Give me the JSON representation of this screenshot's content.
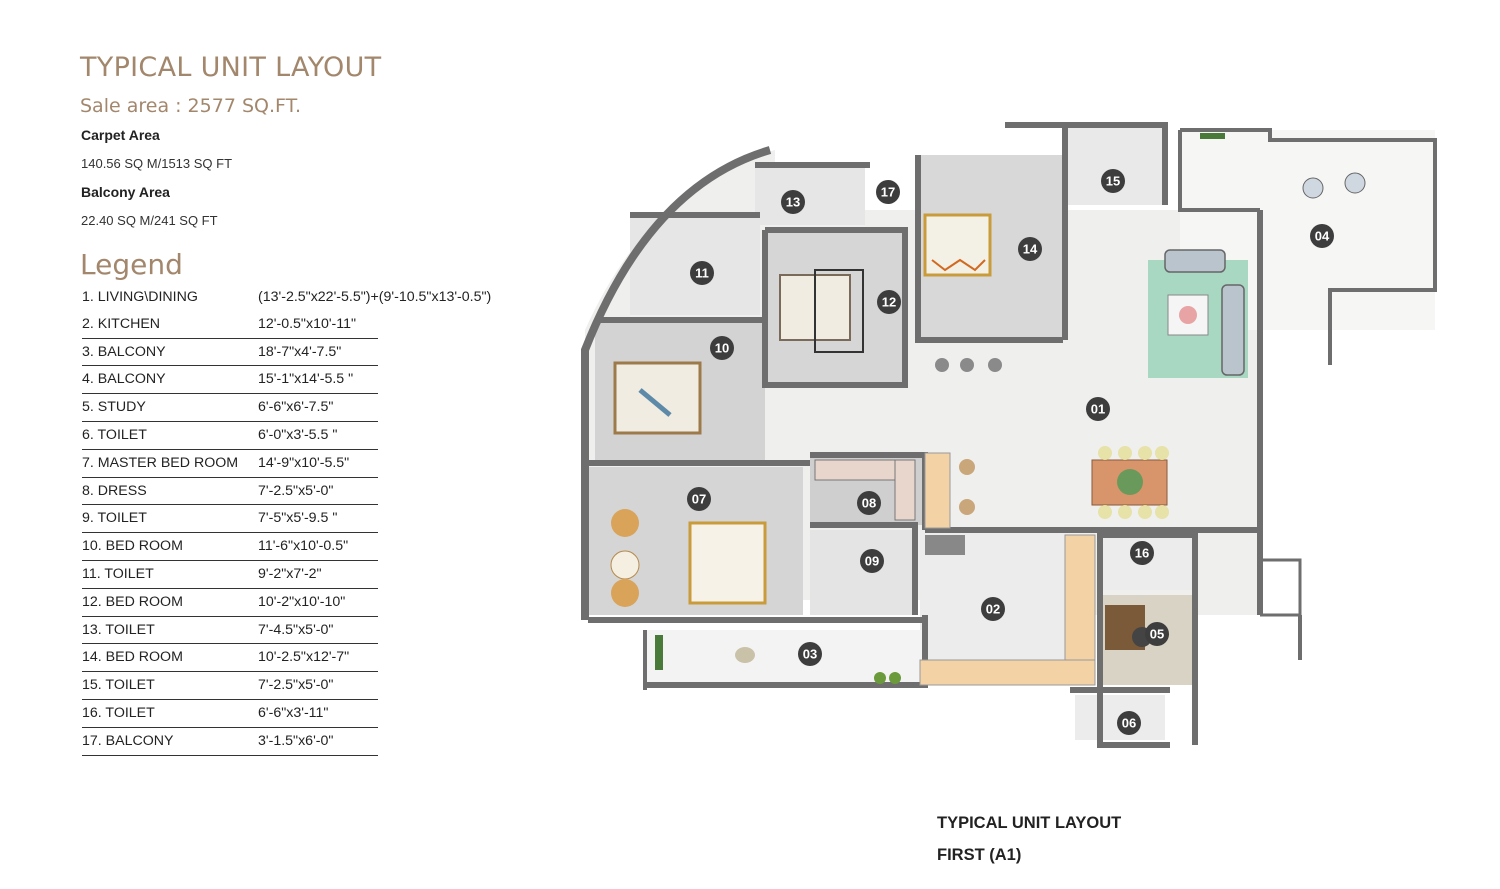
{
  "header": {
    "title": "TYPICAL UNIT LAYOUT",
    "sale_area": "Sale area : 2577 SQ.FT.",
    "carpet_label": "Carpet Area",
    "carpet_value": "140.56 SQ M/1513 SQ FT",
    "balcony_label": "Balcony Area",
    "balcony_value": "22.40 SQ M/241 SQ FT"
  },
  "legend": {
    "heading": "Legend",
    "items": [
      {
        "name": "1.  LIVING\\DINING",
        "dims": "(13'-2.5\"x22'-5.5\")+(9'-10.5\"x13'-0.5\")"
      },
      {
        "name": "2. KITCHEN",
        "dims": "12'-0.5\"x10'-11\""
      },
      {
        "name": "3. BALCONY",
        "dims": "18'-7\"x4'-7.5\""
      },
      {
        "name": "4. BALCONY",
        "dims": "15'-1\"x14'-5.5 \""
      },
      {
        "name": "5. STUDY",
        "dims": "6'-6\"x6'-7.5\""
      },
      {
        "name": "6. TOILET",
        "dims": "6'-0\"x3'-5.5 \""
      },
      {
        "name": "7. MASTER BED ROOM",
        "dims": "14'-9\"x10'-5.5\""
      },
      {
        "name": "8. DRESS",
        "dims": "7'-2.5\"x5'-0\""
      },
      {
        "name": "9. TOILET",
        "dims": "7'-5\"x5'-9.5 \""
      },
      {
        "name": "10. BED ROOM",
        "dims": "11'-6\"x10'-0.5\""
      },
      {
        "name": "11. TOILET",
        "dims": "9'-2\"x7'-2\""
      },
      {
        "name": "12. BED ROOM",
        "dims": "10'-2\"x10'-10\""
      },
      {
        "name": "13. TOILET",
        "dims": "7'-4.5\"x5'-0\""
      },
      {
        "name": "14. BED ROOM",
        "dims": "10'-2.5\"x12'-7\""
      },
      {
        "name": "15. TOILET",
        "dims": "7'-2.5\"x5'-0\""
      },
      {
        "name": "16. TOILET",
        "dims": "6'-6\"x3'-11\""
      },
      {
        "name": "17. BALCONY",
        "dims": " 3'-1.5\"x6'-0\""
      }
    ]
  },
  "plan": {
    "markers": [
      "01",
      "02",
      "03",
      "04",
      "05",
      "06",
      "07",
      "08",
      "09",
      "10",
      "11",
      "12",
      "13",
      "14",
      "15",
      "16",
      "17"
    ],
    "colors": {
      "wall": "#6e6e6e",
      "floor_living": "#f1f1f0",
      "floor_bed": "#d9d9d9",
      "marker": "#3d3d3d",
      "sofa_rug": "#a9d8c2",
      "kitchen_counter": "#f3d2a6"
    }
  },
  "caption": {
    "line1": "TYPICAL UNIT LAYOUT",
    "line2": "FIRST (A1)"
  }
}
